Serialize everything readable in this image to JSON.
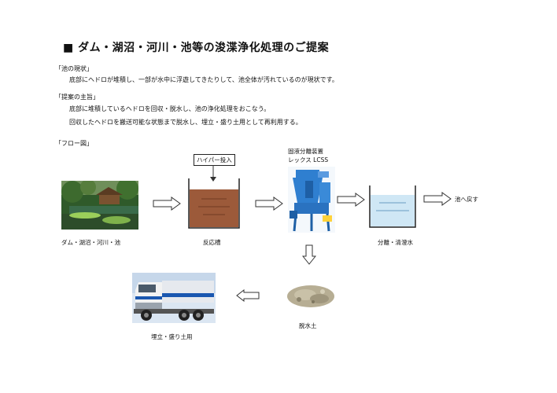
{
  "title": "■ ダム・湖沼・河川・池等の浚渫浄化処理のご提案",
  "section_current": {
    "heading": "「池の現状」",
    "lines": [
      "底部にヘドロが堆積し、一部が水中に浮遊してきたりして、池全体が汚れているのが現状です。"
    ]
  },
  "section_proposal": {
    "heading": "「提案の主旨」",
    "lines": [
      "底部に堆積しているヘドロを回収・脱水し、池の浄化処理をおこなう。",
      "回収したヘドロを搬送可能な状態まで脱水し、埋立・盛り土用として再利用する。"
    ]
  },
  "section_flow": {
    "heading": "「フロー図」"
  },
  "flow": {
    "source_label": "ダム・湖沼・河川・池",
    "hyper_label": "ハイパー投入",
    "tank_label": "反応槽",
    "machine_label_1": "固液分離装置",
    "machine_label_2": "レックス LCSS",
    "clear_label": "分離・清澄水",
    "return_label": "池へ戻す",
    "soil_label": "脱水土",
    "truck_label": "埋立・盛り土用"
  },
  "colors": {
    "sludge": "#9c5a3a",
    "water": "#cfe7f5",
    "machine": "#2f7fd0",
    "truck_cab": "#f2f2f2",
    "truck_stripe": "#1a57b0"
  }
}
